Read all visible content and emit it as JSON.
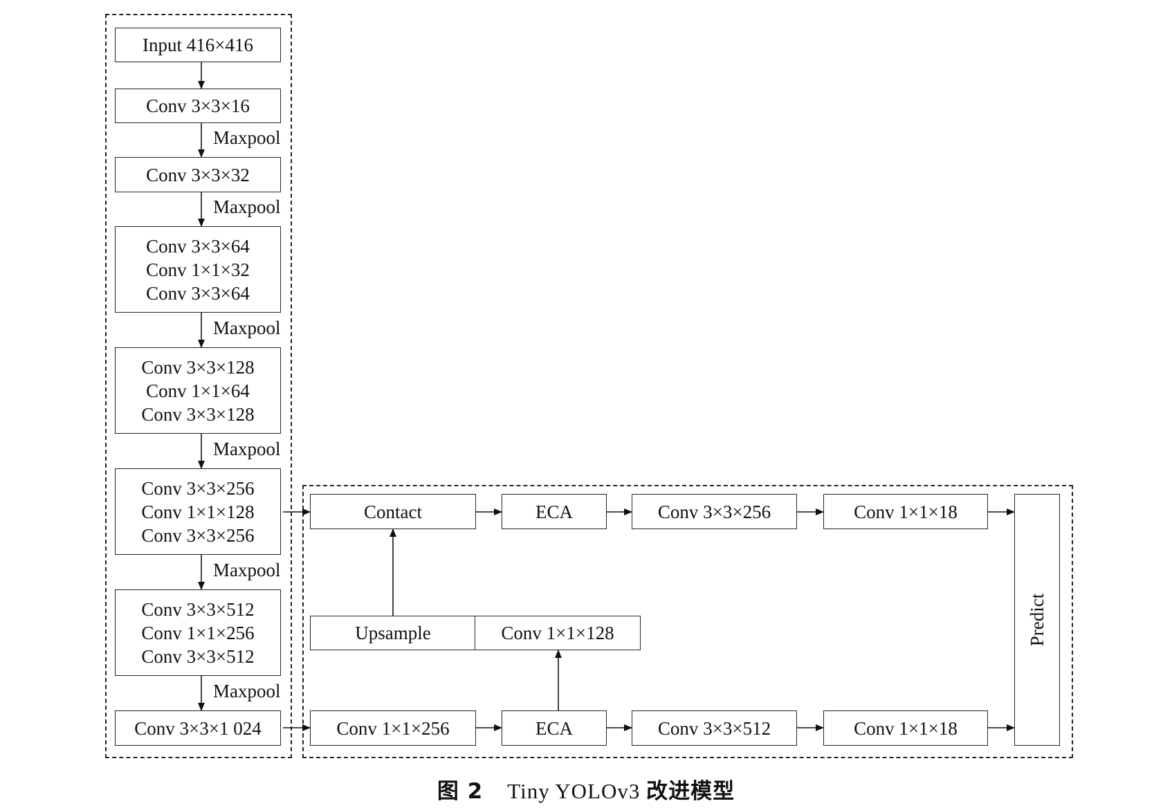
{
  "backbone": {
    "input": "Input 416×416",
    "conv1": "Conv 3×3×16",
    "conv2": "Conv 3×3×32",
    "block3": [
      "Conv 3×3×64",
      "Conv 1×1×32",
      "Conv 3×3×64"
    ],
    "block4": [
      "Conv 3×3×128",
      "Conv 1×1×64",
      "Conv 3×3×128"
    ],
    "block5": [
      "Conv 3×3×256",
      "Conv 1×1×128",
      "Conv 3×3×256"
    ],
    "block6": [
      "Conv 3×3×512",
      "Conv 1×1×256",
      "Conv 3×3×512"
    ],
    "conv7": "Conv 3×3×1 024",
    "maxpool_label": "Maxpool"
  },
  "head": {
    "top_row": {
      "contact": "Contact",
      "eca": "ECA",
      "conv": "Conv 3×3×256",
      "out": "Conv 1×1×18"
    },
    "middle_row": {
      "upsample": "Upsample",
      "conv": "Conv 1×1×128"
    },
    "bottom_row": {
      "conv_in": "Conv 1×1×256",
      "eca": "ECA",
      "conv": "Conv 3×3×512",
      "out": "Conv 1×1×18"
    },
    "predict": "Predict"
  },
  "caption": {
    "figure_label": "图 2",
    "model": "Tiny YOLOv3",
    "title_cn": "改进模型"
  }
}
